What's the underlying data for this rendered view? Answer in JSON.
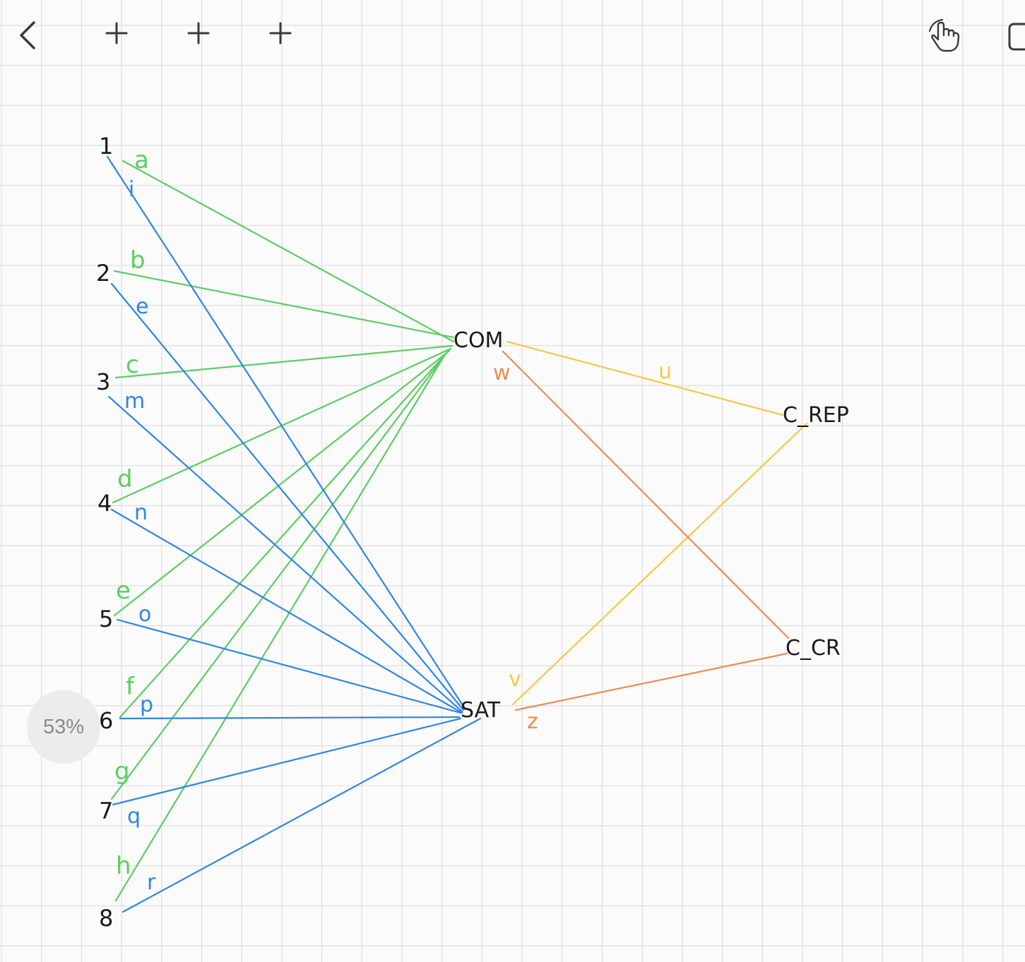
{
  "toolbar": {
    "back_icon": "chevron-left-icon",
    "add_icons": [
      "plus-icon",
      "plus-icon",
      "plus-icon"
    ],
    "touch_icon": "hand-pointer-icon",
    "page_icon": "square-icon"
  },
  "zoom": {
    "label": "53%"
  },
  "colors": {
    "green": "#5ccd63",
    "blue": "#2f86e3",
    "yellow": "#f6c842",
    "orange": "#ef8a53",
    "ink": "#1a1a1a",
    "grid": "#dedede"
  },
  "diagram": {
    "input_nodes": [
      "1",
      "2",
      "3",
      "4",
      "5",
      "6",
      "7",
      "8"
    ],
    "hidden_nodes": [
      "COM",
      "SAT"
    ],
    "output_nodes": [
      "C_REP",
      "C_CR"
    ],
    "edges_to_com": [
      "a",
      "b",
      "c",
      "d",
      "e",
      "f",
      "g",
      "h"
    ],
    "edges_to_sat": [
      "i",
      "e",
      "m",
      "n",
      "o",
      "p",
      "q",
      "r"
    ],
    "edges_to_c_rep": [
      "u",
      "v"
    ],
    "edges_to_c_cr": [
      "w",
      "z"
    ]
  }
}
